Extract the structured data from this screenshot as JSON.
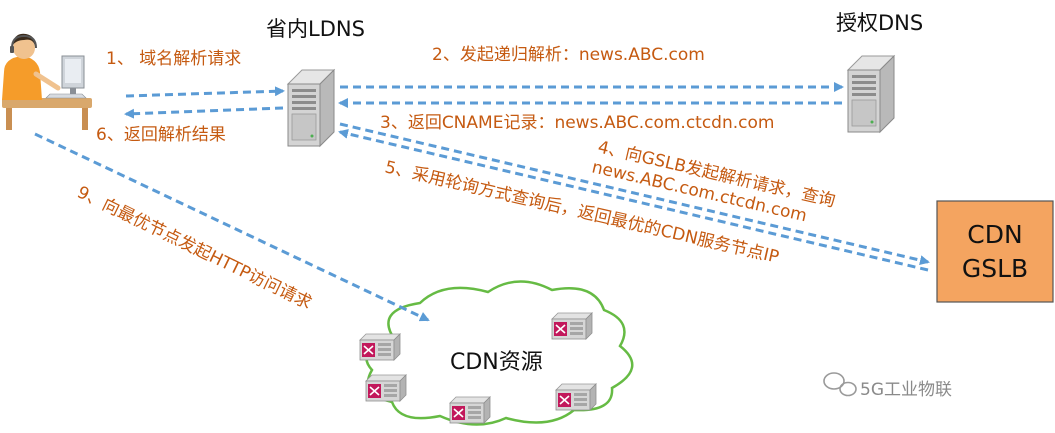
{
  "nodes": {
    "ldns_label": "省内LDNS",
    "auth_dns_label": "授权DNS",
    "gslb_line1": "CDN",
    "gslb_line2": "GSLB",
    "cdn_resource_label": "CDN资源"
  },
  "steps": {
    "step1": "1、 域名解析请求",
    "step2": "2、发起递归解析：news.ABC.com",
    "step3": "3、返回CNAME记录：news.ABC.com.ctcdn.com",
    "step4_line1": "4、向GSLB发起解析请求，查询",
    "step4_line2": "news.ABC.com.ctcdn.com",
    "step5": "5、采用轮询方式查询后，返回最优的CDN服务节点IP",
    "step6": "6、返回解析结果",
    "step9": "9、向最优节点发起HTTP访问请求"
  },
  "watermark": {
    "text": "5G工业物联"
  },
  "colors": {
    "arrow": "#5b9bd5",
    "step_text": "#c55a11",
    "gslb_fill": "#f4a460",
    "cloud_stroke": "#66bb44"
  },
  "icons": {
    "user": "user-at-computer-icon",
    "server": "server-tower-icon",
    "router": "router-node-icon",
    "watermark": "wechat-icon"
  }
}
